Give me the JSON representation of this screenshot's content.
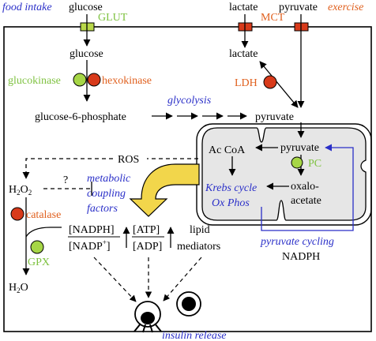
{
  "outside": {
    "food_intake": "food intake",
    "exercise": "exercise",
    "glucose_top": "glucose",
    "lactate_top": "lactate",
    "pyruvate_top": "pyruvate",
    "glut": "GLUT",
    "mct": "MCT"
  },
  "cell": {
    "glucose": "glucose",
    "lactate": "lactate",
    "glucokinase": "glucokinase",
    "hexokinase": "hexokinase",
    "ldh": "LDH",
    "g6p": "glucose-6-phosphate",
    "glycolysis": "glycolysis",
    "pyruvate_cyto": "pyruvate",
    "ros": "ROS",
    "question": "?",
    "h2o2_main": "H",
    "h2o2_sub": "2",
    "h2o2_end": "O",
    "h2o2_sub2": "2",
    "catalase": "catalase",
    "gpx": "GPX",
    "h2o_main": "H",
    "h2o_sub": "2",
    "h2o_end": "O",
    "metabolic": "metabolic",
    "coupling": "coupling",
    "factors": "factors",
    "nadph_ratio_top": "[NADPH]",
    "nadph_ratio_bottom": "[NADP",
    "nadph_ratio_bottom_sup": "+",
    "nadph_ratio_bottom_end": "]",
    "atp_top": "[ATP]",
    "adp_bottom": "[ADP]",
    "lipid": "lipid",
    "mediators": "mediators",
    "insulin_release": "insulin release"
  },
  "mito": {
    "acetylcoa": "Ac CoA",
    "pyruvate": "pyruvate",
    "pc": "PC",
    "krebs": "Krebs cycle",
    "oxphos": "Ox Phos",
    "oxalo": "oxalo-",
    "acetate": "acetate",
    "pyruvate_cycling": "pyruvate cycling",
    "nadph": "NADPH"
  },
  "colors": {
    "blue": "#2a2fc8",
    "orange": "#e0601e",
    "green": "#7fc241",
    "red": "#d83a1a",
    "mito_fill": "#e6e6e6",
    "big_arrow": "#f2d64b"
  }
}
